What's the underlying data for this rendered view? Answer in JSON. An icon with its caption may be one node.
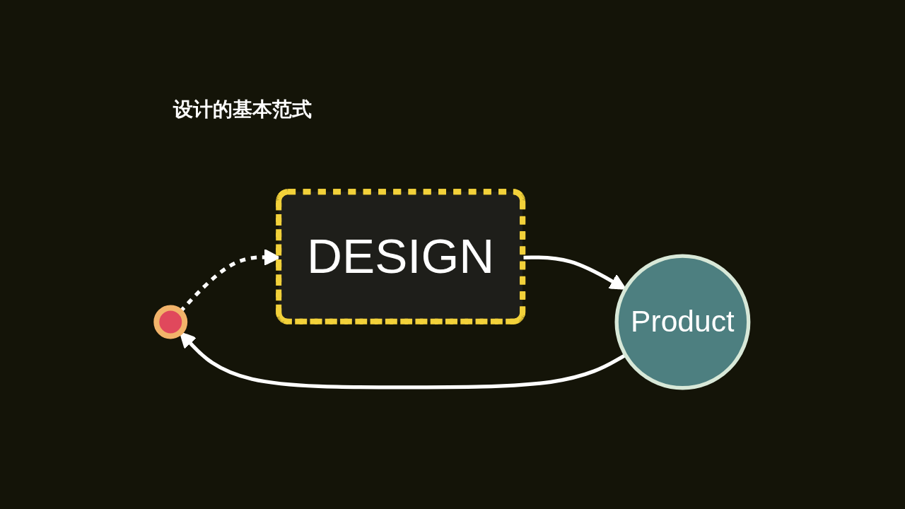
{
  "diagram": {
    "title": "设计的基本范式",
    "nodes": [
      {
        "text": [],
        "shape": "person"
      },
      {
        "text": [
          "DESIGN"
        ]
      },
      {
        "text": [
          "Product"
        ]
      }
    ],
    "edges": [
      {
        "from": 0,
        "to": 1,
        "arrow": "to",
        "style": "dashed"
      },
      {
        "from": 1,
        "to": 2,
        "arrow": "to"
      },
      {
        "from": 2,
        "to": 0,
        "arrow": "to"
      }
    ]
  }
}
